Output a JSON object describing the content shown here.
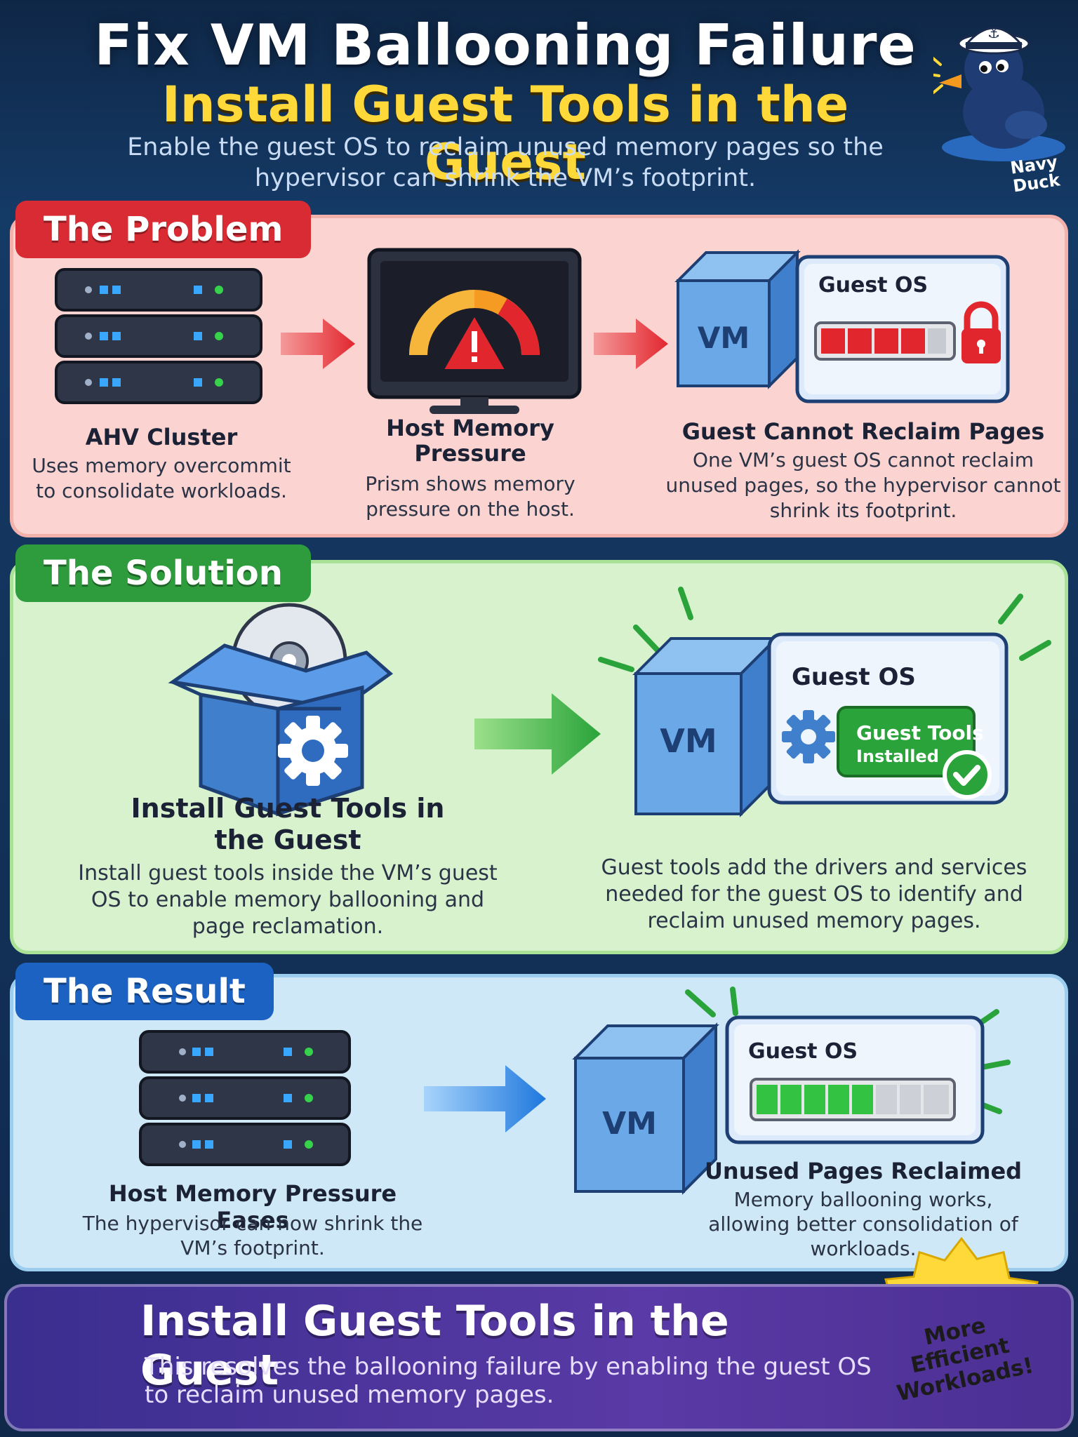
{
  "header": {
    "title": "Fix VM Ballooning Failure",
    "subtitle": "Install Guest Tools in the Guest",
    "description": "Enable the guest OS to reclaim unused memory pages so the hypervisor can shrink the VM’s footprint.",
    "mascot_label": "Navy Duck"
  },
  "problem": {
    "tag": "The Problem",
    "steps": [
      {
        "heading": "AHV Cluster",
        "text": "Uses memory overcommit to consolidate workloads.",
        "icon": "server-rack-icon"
      },
      {
        "heading": "Host Memory Pressure",
        "text": "Prism shows memory pressure on the host.",
        "icon": "monitor-gauge-warning-icon"
      },
      {
        "heading": "Guest Cannot Reclaim Pages",
        "text": "One VM’s guest OS cannot reclaim unused pages, so the hypervisor cannot shrink its footprint.",
        "icon": "vm-locked-memory-icon"
      }
    ],
    "vm_label": "VM",
    "guest_os_label": "Guest OS"
  },
  "solution": {
    "tag": "The Solution",
    "steps": [
      {
        "heading": "Install Guest Tools in the Guest",
        "text": "Install guest tools inside the VM’s guest OS to enable memory ballooning and page reclamation.",
        "icon": "software-box-icon"
      },
      {
        "heading": "",
        "text": "Guest tools add the drivers and services needed for the guest OS to identify and reclaim unused memory pages.",
        "icon": "vm-tools-installed-icon"
      }
    ],
    "vm_label": "VM",
    "guest_os_label": "Guest OS",
    "badge_line1": "Guest Tools",
    "badge_line2": "Installed"
  },
  "result": {
    "tag": "The Result",
    "steps": [
      {
        "heading": "Host Memory Pressure Eases",
        "text": "The hypervisor can now shrink the VM’s footprint.",
        "icon": "server-rack-icon"
      },
      {
        "heading": "Unused Pages Reclaimed",
        "text": "Memory ballooning works, allowing better consolidation of workloads.",
        "icon": "vm-memory-reclaimed-icon"
      }
    ],
    "vm_label": "VM",
    "guest_os_label": "Guest OS"
  },
  "footer": {
    "title": "Install Guest Tools in the Guest",
    "text": "This resolves the ballooning failure by enabling the guest OS to reclaim unused memory pages.",
    "burst": "More Efficient Workloads!"
  },
  "colors": {
    "problem": "#d82b33",
    "solution": "#2e9c3d",
    "result": "#1c62c2",
    "footer": "#5a3aa6",
    "accent_yellow": "#ffd93a"
  }
}
